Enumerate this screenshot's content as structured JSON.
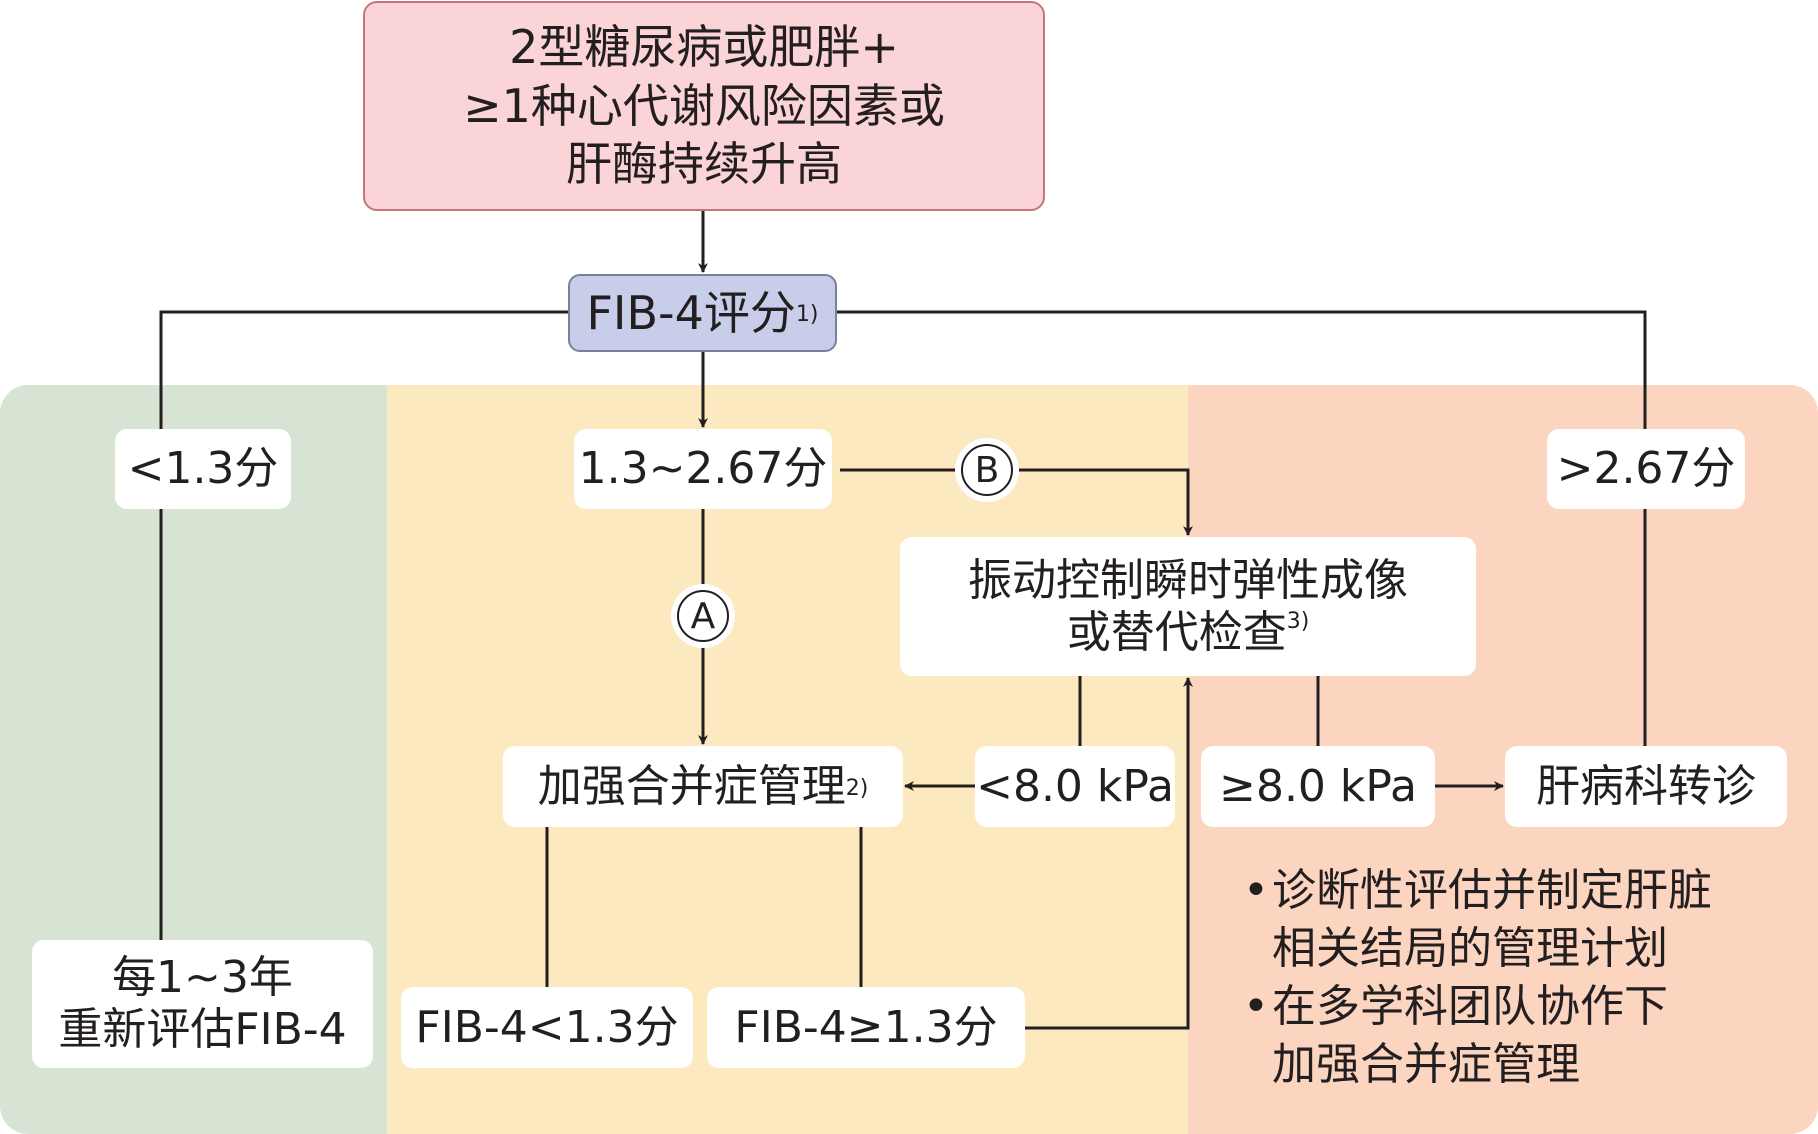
{
  "diagram": {
    "entry": {
      "lines": [
        "2型糖尿病或肥胖+",
        "≥1种心代谢风险因素或",
        "肝酶持续升高"
      ]
    },
    "score": {
      "label": "FIB-4评分",
      "note": "1)"
    },
    "branches": {
      "low": "<1.3分",
      "mid": "1.3~2.67分",
      "high": ">2.67分"
    },
    "markers": {
      "a": "A",
      "b": "B"
    },
    "elastography": {
      "lines": [
        "振动控制瞬时弹性成像",
        "或替代检查"
      ],
      "note": "3)"
    },
    "comorbidity": {
      "label": "加强合并症管理",
      "note": "2)"
    },
    "kpa_low": "<8.0 kPa",
    "kpa_high": "≥8.0 kPa",
    "referral": "肝病科转诊",
    "reassess": {
      "lines": [
        "每1~3年",
        "重新评估FIB-4"
      ]
    },
    "fib_low": "FIB-4<1.3分",
    "fib_high": "FIB-4≥1.3分",
    "bullets": [
      {
        "lines": [
          "诊断性评估并制定肝脏",
          "相关结局的管理计划"
        ]
      },
      {
        "lines": [
          "在多学科团队协作下",
          "加强合并症管理"
        ]
      }
    ],
    "bullet_symbol": "•",
    "colors": {
      "low_risk_zone": "#d8e4d3",
      "mid_risk_zone": "#fde9bf",
      "high_risk_zone": "#fbd5c0",
      "entry_fill": "#fad4d6",
      "entry_border": "#c8747e",
      "score_fill": "#c8cde9",
      "line": "#231f20"
    }
  }
}
